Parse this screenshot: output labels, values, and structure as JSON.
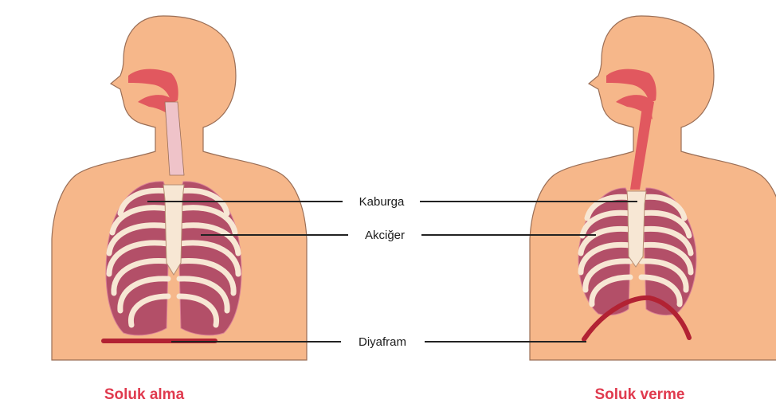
{
  "colors": {
    "skin": "#f6b78a",
    "skin_outline": "#9a6e56",
    "airway": "#e1585f",
    "trachea": "#efc3c9",
    "lung": "#b34f68",
    "lung_light": "#d97e96",
    "rib": "#f7e7d4",
    "rib_outline": "#b68d73",
    "diaphragm": "#b22233",
    "leader": "#222222",
    "caption": "#e03a4e"
  },
  "labels": {
    "rib": "Kaburga",
    "lung": "Akciğer",
    "diaphragm": "Diyafram"
  },
  "captions": {
    "inhale": "Soluk alma",
    "exhale": "Soluk verme"
  }
}
